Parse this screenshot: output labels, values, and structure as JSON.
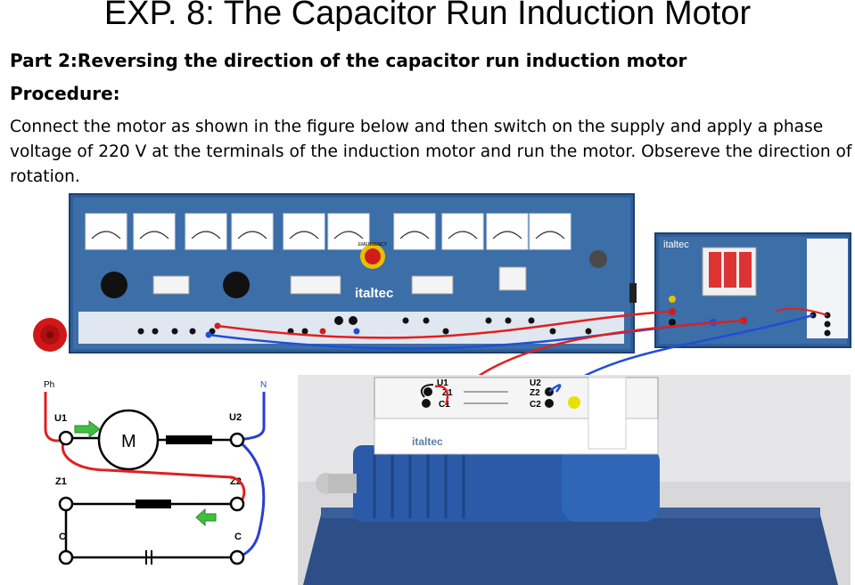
{
  "document": {
    "title": "EXP. 8: The Capacitor Run Induction Motor",
    "part_heading": "Part  2:Reversing the direction of the capacitor run induction motor",
    "procedure_heading": "Procedure:",
    "procedure_text": "Connect the motor as shown in the figure below and then switch on the supply and apply a phase voltage of 220 V at the terminals of the induction motor and run the motor. Obsereve the direction of rotation."
  },
  "trainer_photo": {
    "panel_brand": "italtec",
    "emergency_label": "EMERGENCY",
    "meter_box_brand": "italtec"
  },
  "schematic": {
    "phase_label": "Ph",
    "neutral_label": "N",
    "terminal_u1": "U1",
    "terminal_u2": "U2",
    "terminal_z1": "Z1",
    "terminal_z2": "Z2",
    "capacitor_label_left": "C",
    "capacitor_label_right": "C",
    "motor_label": "M"
  },
  "motor_photo": {
    "terminal_u1": "U1",
    "terminal_z1": "Z1",
    "terminal_c1": "C1",
    "terminal_u2": "U2",
    "terminal_z2": "Z2",
    "terminal_c2": "C2",
    "brand": "italtec"
  }
}
